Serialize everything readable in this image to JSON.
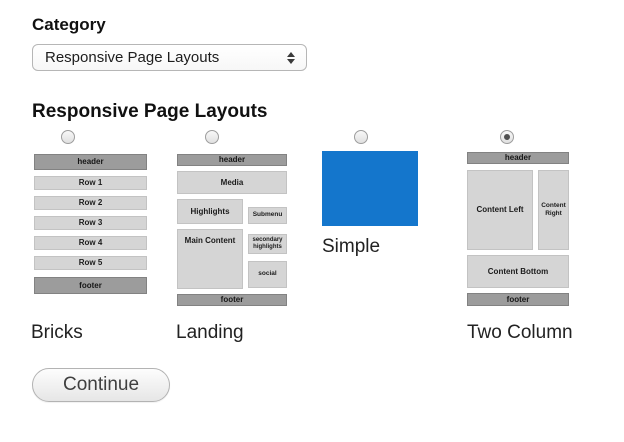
{
  "category": {
    "label": "Category",
    "select": {
      "value": "Responsive Page Layouts"
    }
  },
  "section": {
    "title": "Responsive Page Layouts"
  },
  "options": [
    {
      "label": "Bricks",
      "selected": false,
      "thumb": {
        "header": "header",
        "rows": [
          "Row 1",
          "Row 2",
          "Row 3",
          "Row 4",
          "Row 5"
        ],
        "footer": "footer"
      }
    },
    {
      "label": "Landing",
      "selected": false,
      "thumb": {
        "header": "header",
        "media": "Media",
        "highlights": "Highlights",
        "submenu": "Submenu",
        "main_content": "Main Content",
        "secondary": "secondary highlights",
        "social": "social",
        "footer": "footer"
      }
    },
    {
      "label": "Simple",
      "selected": false,
      "thumb": {
        "fill_color": "#1476cc"
      }
    },
    {
      "label": "Two Column",
      "selected": true,
      "thumb": {
        "header": "header",
        "content_left": "Content Left",
        "content_right": "Content Right",
        "content_bottom": "Content Bottom",
        "footer": "footer"
      }
    }
  ],
  "continue_button": {
    "label": "Continue"
  },
  "colors": {
    "simple_blue": "#1476cc",
    "bar_dark": "#9c9c9c",
    "block_light": "#d5d5d5"
  }
}
